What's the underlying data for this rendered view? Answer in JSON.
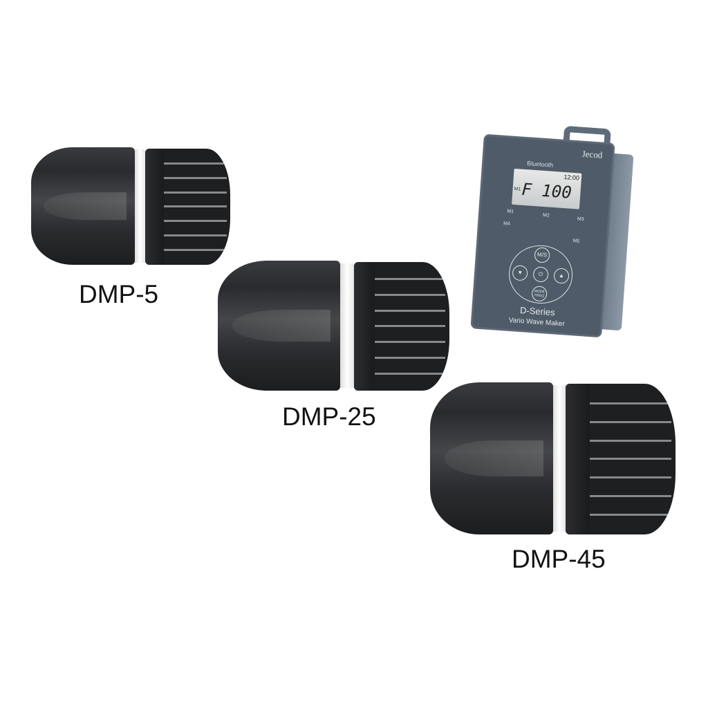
{
  "products": [
    {
      "name": "DMP-5"
    },
    {
      "name": "DMP-25"
    },
    {
      "name": "DMP-45"
    }
  ],
  "controller": {
    "brand": "Jecod",
    "bluetooth_label": "Bluetooth",
    "lcd": {
      "mode": "M1",
      "value": "F 100",
      "time": "12:00"
    },
    "modes": [
      "M1",
      "M2",
      "M3",
      "M4",
      "M5"
    ],
    "buttons": {
      "ms": "M/S",
      "power": "⏻",
      "down": "▼",
      "up": "▲",
      "mode": "MODE",
      "freq": "FREQ"
    },
    "series": "D-Series",
    "subtitle": "Vario Wave Maker"
  }
}
